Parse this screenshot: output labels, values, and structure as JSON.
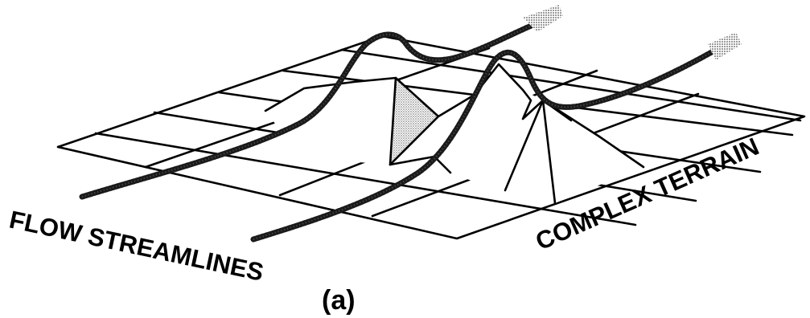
{
  "labels": {
    "flow_streamlines": "FLOW STREAMLINES",
    "complex_terrain": "COMPLEX TERRAIN",
    "panel": "(a)"
  }
}
